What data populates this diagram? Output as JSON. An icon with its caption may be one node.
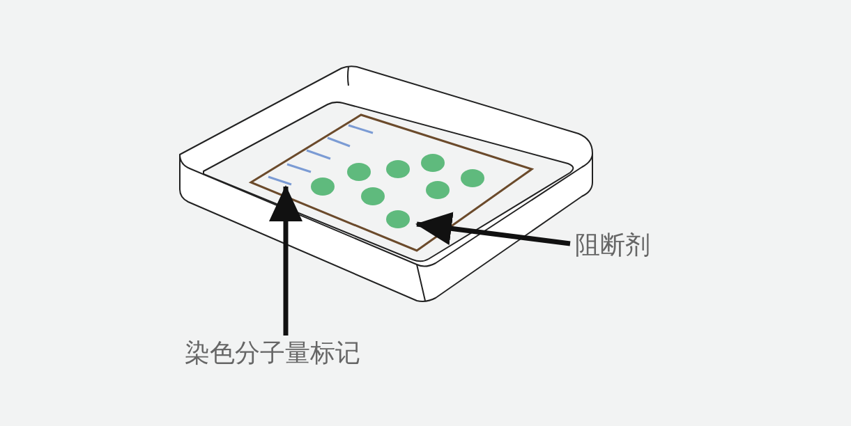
{
  "diagram": {
    "nodes": [
      {
        "text": [],
        "shape": "box"
      },
      {
        "text": [],
        "shape": "bar",
        "in": 0
      },
      {
        "text": [
          "阻断剂"
        ]
      },
      {
        "text": [
          "染色分子量标记"
        ]
      }
    ],
    "edges": [
      {
        "from": 2,
        "to": 0,
        "arrow": "to"
      },
      {
        "from": 3,
        "to": 1,
        "arrow": "to"
      }
    ]
  }
}
